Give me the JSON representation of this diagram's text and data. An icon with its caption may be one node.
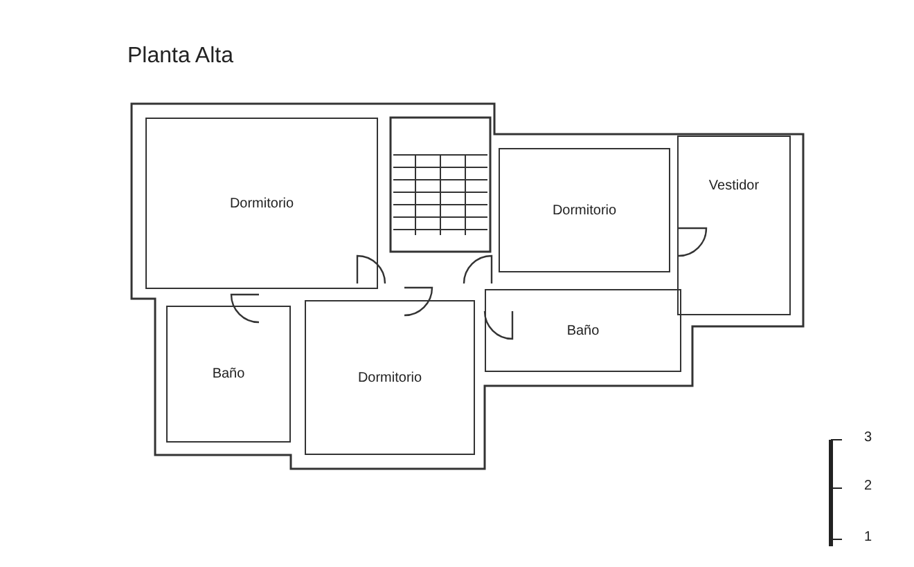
{
  "diagram": {
    "title": "Planta Alta",
    "nodes": [
      {
        "text": [
          "Dormitorio"
        ]
      },
      {
        "text": [
          "Dormitorio"
        ]
      },
      {
        "text": [
          "Vestidor"
        ]
      },
      {
        "text": [
          "Baño"
        ]
      },
      {
        "text": [
          "Dormitorio"
        ]
      },
      {
        "text": [
          "Baño"
        ]
      }
    ],
    "labels": [
      "3",
      "2",
      "1"
    ]
  }
}
